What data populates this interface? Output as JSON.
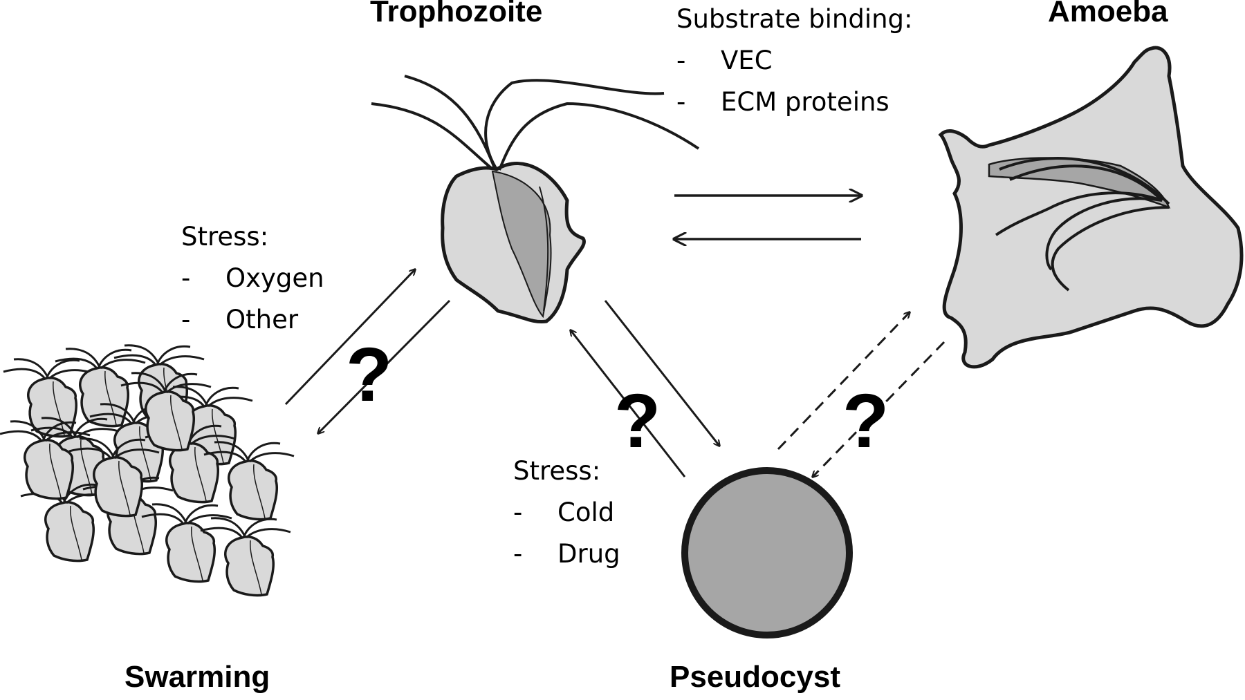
{
  "titles": {
    "trophozoite": "Trophozoite",
    "amoeba": "Amoeba",
    "swarming": "Swarming",
    "pseudocyst": "Pseudocyst"
  },
  "substrate": {
    "heading": "Substrate binding:",
    "items": [
      {
        "dash": "-",
        "text": "VEC"
      },
      {
        "dash": "-",
        "text": "ECM proteins"
      }
    ]
  },
  "stress_swarm": {
    "heading": "Stress:",
    "items": [
      {
        "dash": "-",
        "text": "Oxygen"
      },
      {
        "dash": "-",
        "text": "Other"
      }
    ]
  },
  "stress_cyst": {
    "heading": "Stress:",
    "items": [
      {
        "dash": "-",
        "text": "Cold"
      },
      {
        "dash": "-",
        "text": "Drug"
      }
    ]
  },
  "unknown_mark": "?",
  "colors": {
    "cell_fill": "#d9d9d9",
    "cell_inner": "#a6a6a6",
    "cyst_fill": "#a6a6a6",
    "stroke": "#1a1a1a"
  }
}
